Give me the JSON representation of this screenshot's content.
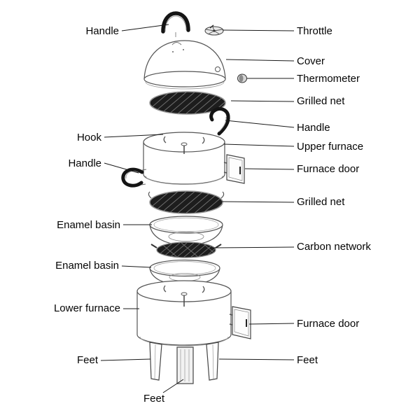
{
  "diagram": {
    "title": "BBQ smoker grill exploded parts diagram",
    "labels": {
      "left": [
        {
          "id": "handle-top",
          "text": "Handle"
        },
        {
          "id": "hook",
          "text": "Hook"
        },
        {
          "id": "handle-left",
          "text": "Handle"
        },
        {
          "id": "enamel-basin-upper",
          "text": "Enamel basin"
        },
        {
          "id": "enamel-basin-lower",
          "text": "Enamel basin"
        },
        {
          "id": "lower-furnace",
          "text": "Lower furnace"
        },
        {
          "id": "feet-left",
          "text": "Feet"
        },
        {
          "id": "feet-center",
          "text": "Feet"
        }
      ],
      "right": [
        {
          "id": "throttle",
          "text": "Throttle"
        },
        {
          "id": "cover",
          "text": "Cover"
        },
        {
          "id": "thermometer",
          "text": "Thermometer"
        },
        {
          "id": "grilled-net-upper",
          "text": "Grilled net"
        },
        {
          "id": "handle-right",
          "text": "Handle"
        },
        {
          "id": "upper-furnace",
          "text": "Upper furnace"
        },
        {
          "id": "furnace-door-upper",
          "text": "Furnace door"
        },
        {
          "id": "grilled-net-lower",
          "text": "Grilled net"
        },
        {
          "id": "carbon-network",
          "text": "Carbon network"
        },
        {
          "id": "furnace-door-lower",
          "text": "Furnace door"
        },
        {
          "id": "feet-right",
          "text": "Feet"
        }
      ]
    },
    "colors": {
      "background": "#ffffff",
      "line_art": "#555555",
      "dark_fill": "#1d1d1d",
      "label_text": "#050505",
      "leader_line": "#1a1a1a"
    }
  }
}
